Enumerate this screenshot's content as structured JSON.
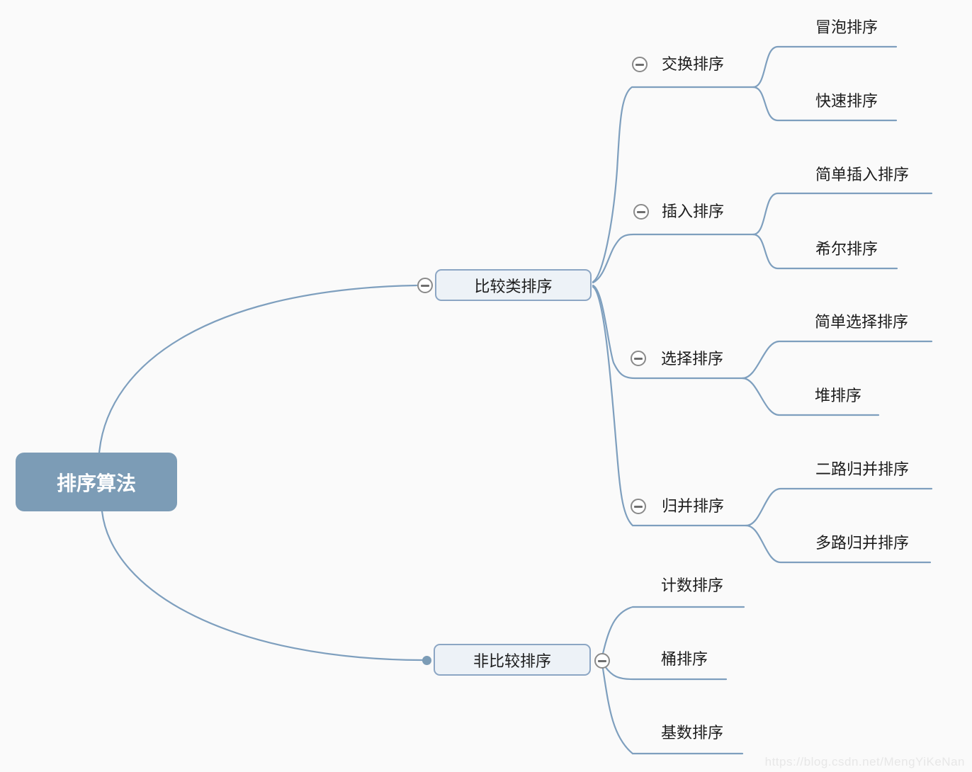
{
  "mindmap": {
    "root": {
      "label": "排序算法"
    },
    "branches": [
      {
        "label": "比较类排序",
        "children": [
          {
            "label": "交换排序",
            "children": [
              {
                "label": "冒泡排序"
              },
              {
                "label": "快速排序"
              }
            ]
          },
          {
            "label": "插入排序",
            "children": [
              {
                "label": "简单插入排序"
              },
              {
                "label": "希尔排序"
              }
            ]
          },
          {
            "label": "选择排序",
            "children": [
              {
                "label": "简单选择排序"
              },
              {
                "label": "堆排序"
              }
            ]
          },
          {
            "label": "归并排序",
            "children": [
              {
                "label": "二路归并排序"
              },
              {
                "label": "多路归并排序"
              }
            ]
          }
        ]
      },
      {
        "label": "非比较排序",
        "children": [
          {
            "label": "计数排序"
          },
          {
            "label": "桶排序"
          },
          {
            "label": "基数排序"
          }
        ]
      }
    ]
  },
  "icons": {
    "collapse": "minus-circle",
    "connection": "dot"
  },
  "watermark": "https://blog.csdn.net/MengYiKeNan",
  "colors": {
    "line": "#7E9FBE",
    "root_fill": "#7C9CB6",
    "node_fill": "#EDF2F7",
    "node_border": "#8CA6C4",
    "collapse_border": "#8A8A8A",
    "background": "#FAFAFA",
    "text": "#1C1C1C",
    "watermark": "#E7E7E7"
  }
}
